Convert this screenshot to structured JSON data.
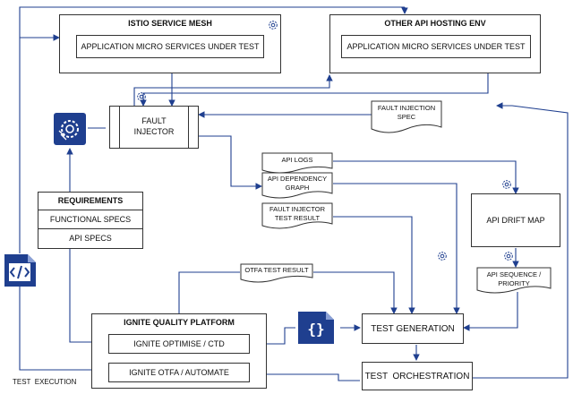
{
  "istio": {
    "title": "ISTIO SERVICE MESH",
    "inner": "APPLICATION MICRO SERVICES UNDER TEST"
  },
  "other_env": {
    "title": "OTHER API HOSTING ENV",
    "inner": "APPLICATION MICRO SERVICES UNDER TEST"
  },
  "fault_injector": {
    "line1": "FAULT",
    "line2": "INJECTOR"
  },
  "fault_injection_spec": {
    "line1": "FAULT INJECTION",
    "line2": "SPEC"
  },
  "requirements": {
    "title": "REQUIREMENTS",
    "items": [
      "FUNCTIONAL SPECS",
      "API SPECS"
    ]
  },
  "docs": {
    "api_logs": "API LOGS",
    "api_dependency_graph": {
      "line1": "API DEPENDENCY",
      "line2": "GRAPH"
    },
    "fault_injector_test_result": {
      "line1": "FAULT INJECTOR",
      "line2": "TEST RESULT"
    },
    "otfa_test_result": "OTFA TEST RESULT",
    "api_sequence_priority": {
      "line1": "API SEQUENCE /",
      "line2": "PRIORITY"
    }
  },
  "api_drift_map": "API DRIFT MAP",
  "ignite": {
    "title": "IGNITE QUALITY PLATFORM",
    "optimise": "IGNITE OPTIMISE / CTD",
    "otfa": "IGNITE OTFA / AUTOMATE"
  },
  "test_generation": "TEST GENERATION",
  "test_orchestration": "TEST  ORCHESTRATION",
  "test_execution": "TEST  EXECUTION",
  "icons": {
    "code_file": "code-file-icon",
    "json_file": "json-file-icon",
    "gear_shield": "gear-shield-icon",
    "small_gear": "gear-icon"
  },
  "colors": {
    "accent": "#1f3f8f",
    "line": "#333333",
    "connector": "#1f3f8f"
  }
}
